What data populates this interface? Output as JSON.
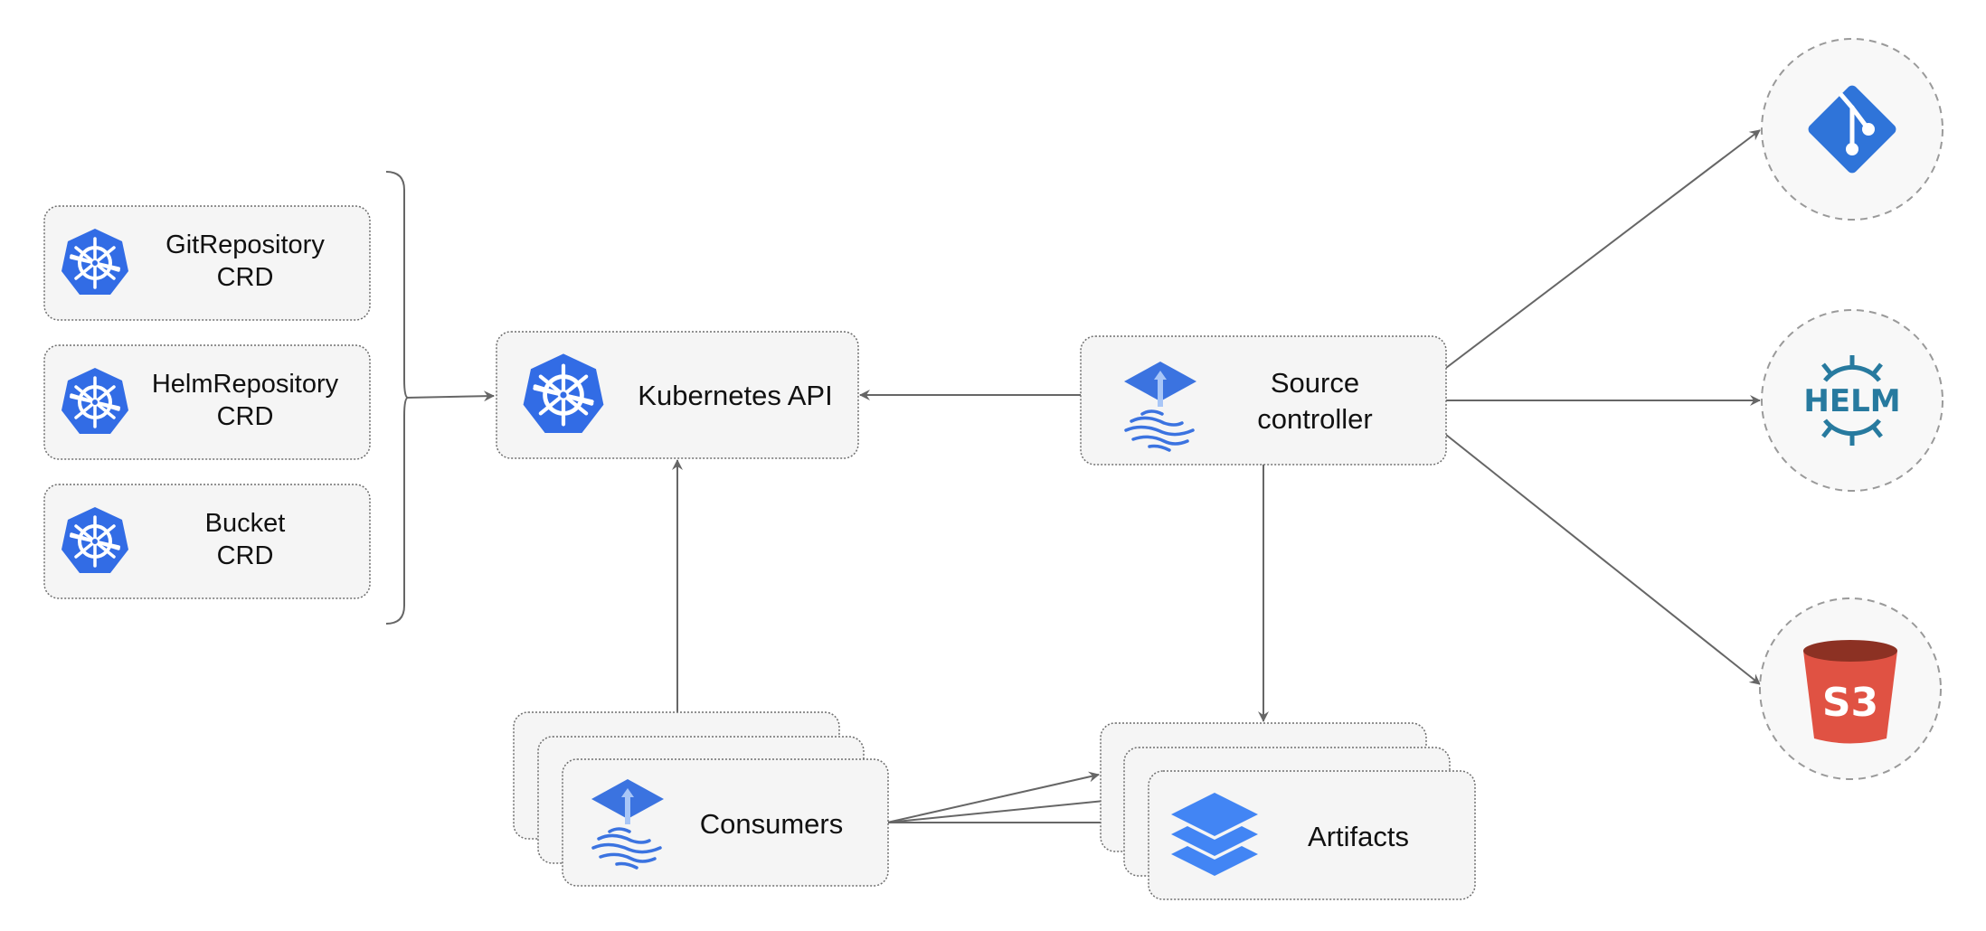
{
  "crds": [
    {
      "line1": "GitRepository",
      "line2": "CRD",
      "icon": "kubernetes-icon"
    },
    {
      "line1": "HelmRepository",
      "line2": "CRD",
      "icon": "kubernetes-icon"
    },
    {
      "line1": "Bucket",
      "line2": "CRD",
      "icon": "kubernetes-icon"
    }
  ],
  "kubernetes_api": {
    "label": "Kubernetes API",
    "icon": "kubernetes-icon"
  },
  "source_controller": {
    "line1": "Source",
    "line2": "controller",
    "icon": "flux-icon"
  },
  "consumers": {
    "label": "Consumers",
    "icon": "flux-icon"
  },
  "artifacts": {
    "label": "Artifacts",
    "icon": "layers-icon"
  },
  "sources": [
    {
      "icon": "git-icon"
    },
    {
      "icon": "helm-icon",
      "text": "HELM"
    },
    {
      "icon": "s3-icon",
      "text": "S3"
    }
  ],
  "colors": {
    "kubernetes": "#326ce5",
    "git": "#2f74d9",
    "helm": "#277a9f",
    "s3": "#e05243",
    "edge": "#666666",
    "box_fill": "#f5f5f5"
  }
}
